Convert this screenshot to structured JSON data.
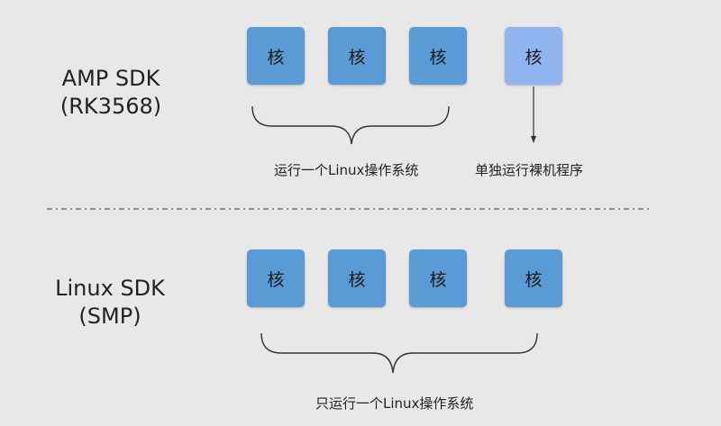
{
  "amp": {
    "title_line1": "AMP SDK",
    "title_line2": "(RK3568)",
    "cores": [
      "核",
      "核",
      "核",
      "核"
    ],
    "linux_caption": "运行一个Linux操作系统",
    "baremetal_caption": "单独运行裸机程序"
  },
  "smp": {
    "title_line1": "Linux SDK",
    "title_line2": "(SMP)",
    "cores": [
      "核",
      "核",
      "核",
      "核"
    ],
    "caption": "只运行一个Linux操作系统"
  },
  "colors": {
    "background": "#e8e8e8",
    "core": "#5b9bd5",
    "core_baremetal": "#8fb4ef"
  }
}
